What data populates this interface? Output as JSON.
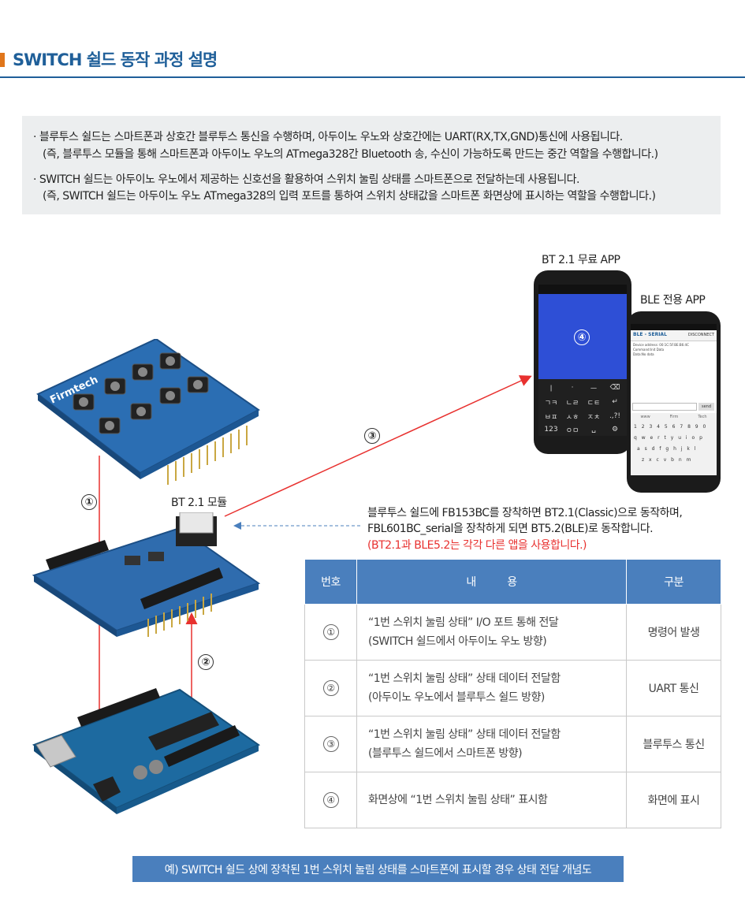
{
  "header": {
    "title": "SWITCH 쉴드 동작 과정 설명"
  },
  "description": {
    "line1": "· 블루투스 쉴드는 스마트폰과 상호간 블루투스 통신을 수행하며, 아두이노 우노와 상호간에는 UART(RX,TX,GND)통신에 사용됩니다.",
    "line2": "(즉, 블루투스 모듈을 통해 스마트폰과 아두이노 우노의 ATmega328간 Bluetooth 송, 수신이 가능하도록 만드는 중간 역할을 수행합니다.)",
    "line3": "· SWITCH 쉴드는 아두이노 우노에서 제공하는 신호선을 활용하여 스위치 눌림 상태를 스마트폰으로 전달하는데 사용됩니다.",
    "line4": "(즉, SWITCH 쉴드는 아두이노 우노 ATmega328의 입력 포트를 통하여 스위치 상태값을 스마트폰 화면상에 표시하는 역할을 수행합니다.)"
  },
  "diagram": {
    "bt21_app_label": "BT 2.1 무료 APP",
    "ble_app_label": "BLE 전용 APP",
    "bt21_module_label": "BT 2.1 모듈",
    "step1": "①",
    "step2": "②",
    "step3": "③",
    "step4": "④",
    "note1": "블루투스 쉴드에 FB153BC를 장착하면 BT2.1(Classic)으로 동작하며,",
    "note2": "FBL601BC_serial을 장착하게 되면 BT5.2(BLE)로 동작합니다.",
    "note3": "(BT2.1과 BLE5.2는 각각 다른 앱을 사용합니다.)",
    "brand": "Firmtech",
    "ble_screen_title": "BLE - SERIAL",
    "ble_disconnect": "DISCONNECT",
    "ble_send": "send",
    "ble_tabs": [
      "www",
      "Firm",
      "Tech"
    ],
    "ble_status": [
      "Device address: 00:1C:5F:BE:B6:4C",
      "Command:Init Data",
      "Data:No data"
    ],
    "ble_rows": [
      "1 2 3 4 5 6 7 8 9 0",
      "q w e r t y u i o p",
      "a s d f g h j k l",
      "z x c v b n m"
    ],
    "bt_keys": [
      "ㅣ",
      "·",
      "ㅡ",
      "⌫",
      "ㄱㅋ",
      "ㄴㄹ",
      "ㄷㅌ",
      "↵",
      "ㅂㅍ",
      "ㅅㅎ",
      "ㅈㅊ",
      ".,?!",
      "123",
      "ㅇㅁ",
      "␣",
      "⚙"
    ]
  },
  "table": {
    "headers": [
      "번호",
      "내          용",
      "구분"
    ],
    "rows": [
      {
        "no": "①",
        "line1": "“1번 스위치 눌림 상태” I/O 포트 통해 전달",
        "line2": "(SWITCH 쉴드에서 아두이노 우노 방향)",
        "kind": "명령어 발생"
      },
      {
        "no": "②",
        "line1": "“1번 스위치 눌림 상태” 상태 데이터 전달함",
        "line2": "(아두이노 우노에서 블루투스 쉴드 방향)",
        "kind": "UART 통신"
      },
      {
        "no": "③",
        "line1": "“1번 스위치 눌림 상태” 상태 데이터 전달함",
        "line2": "(블루투스 쉴드에서 스마트폰 방향)",
        "kind": "블루투스 통신"
      },
      {
        "no": "④",
        "line1": "화면상에 “1번 스위치 눌림 상태” 표시함",
        "line2": "",
        "kind": "화면에 표시"
      }
    ]
  },
  "caption": "예) SWITCH 쉴드 상에 장착된 1번 스위치 눌림 상태를 스마트폰에 표시할 경우 상태 전달 개념도",
  "colors": {
    "accent_blue": "#1f5f99",
    "header_orange": "#e0761b",
    "table_header": "#4a7fbd",
    "arrow_red": "#e8312f",
    "note_red": "#e8312f"
  }
}
